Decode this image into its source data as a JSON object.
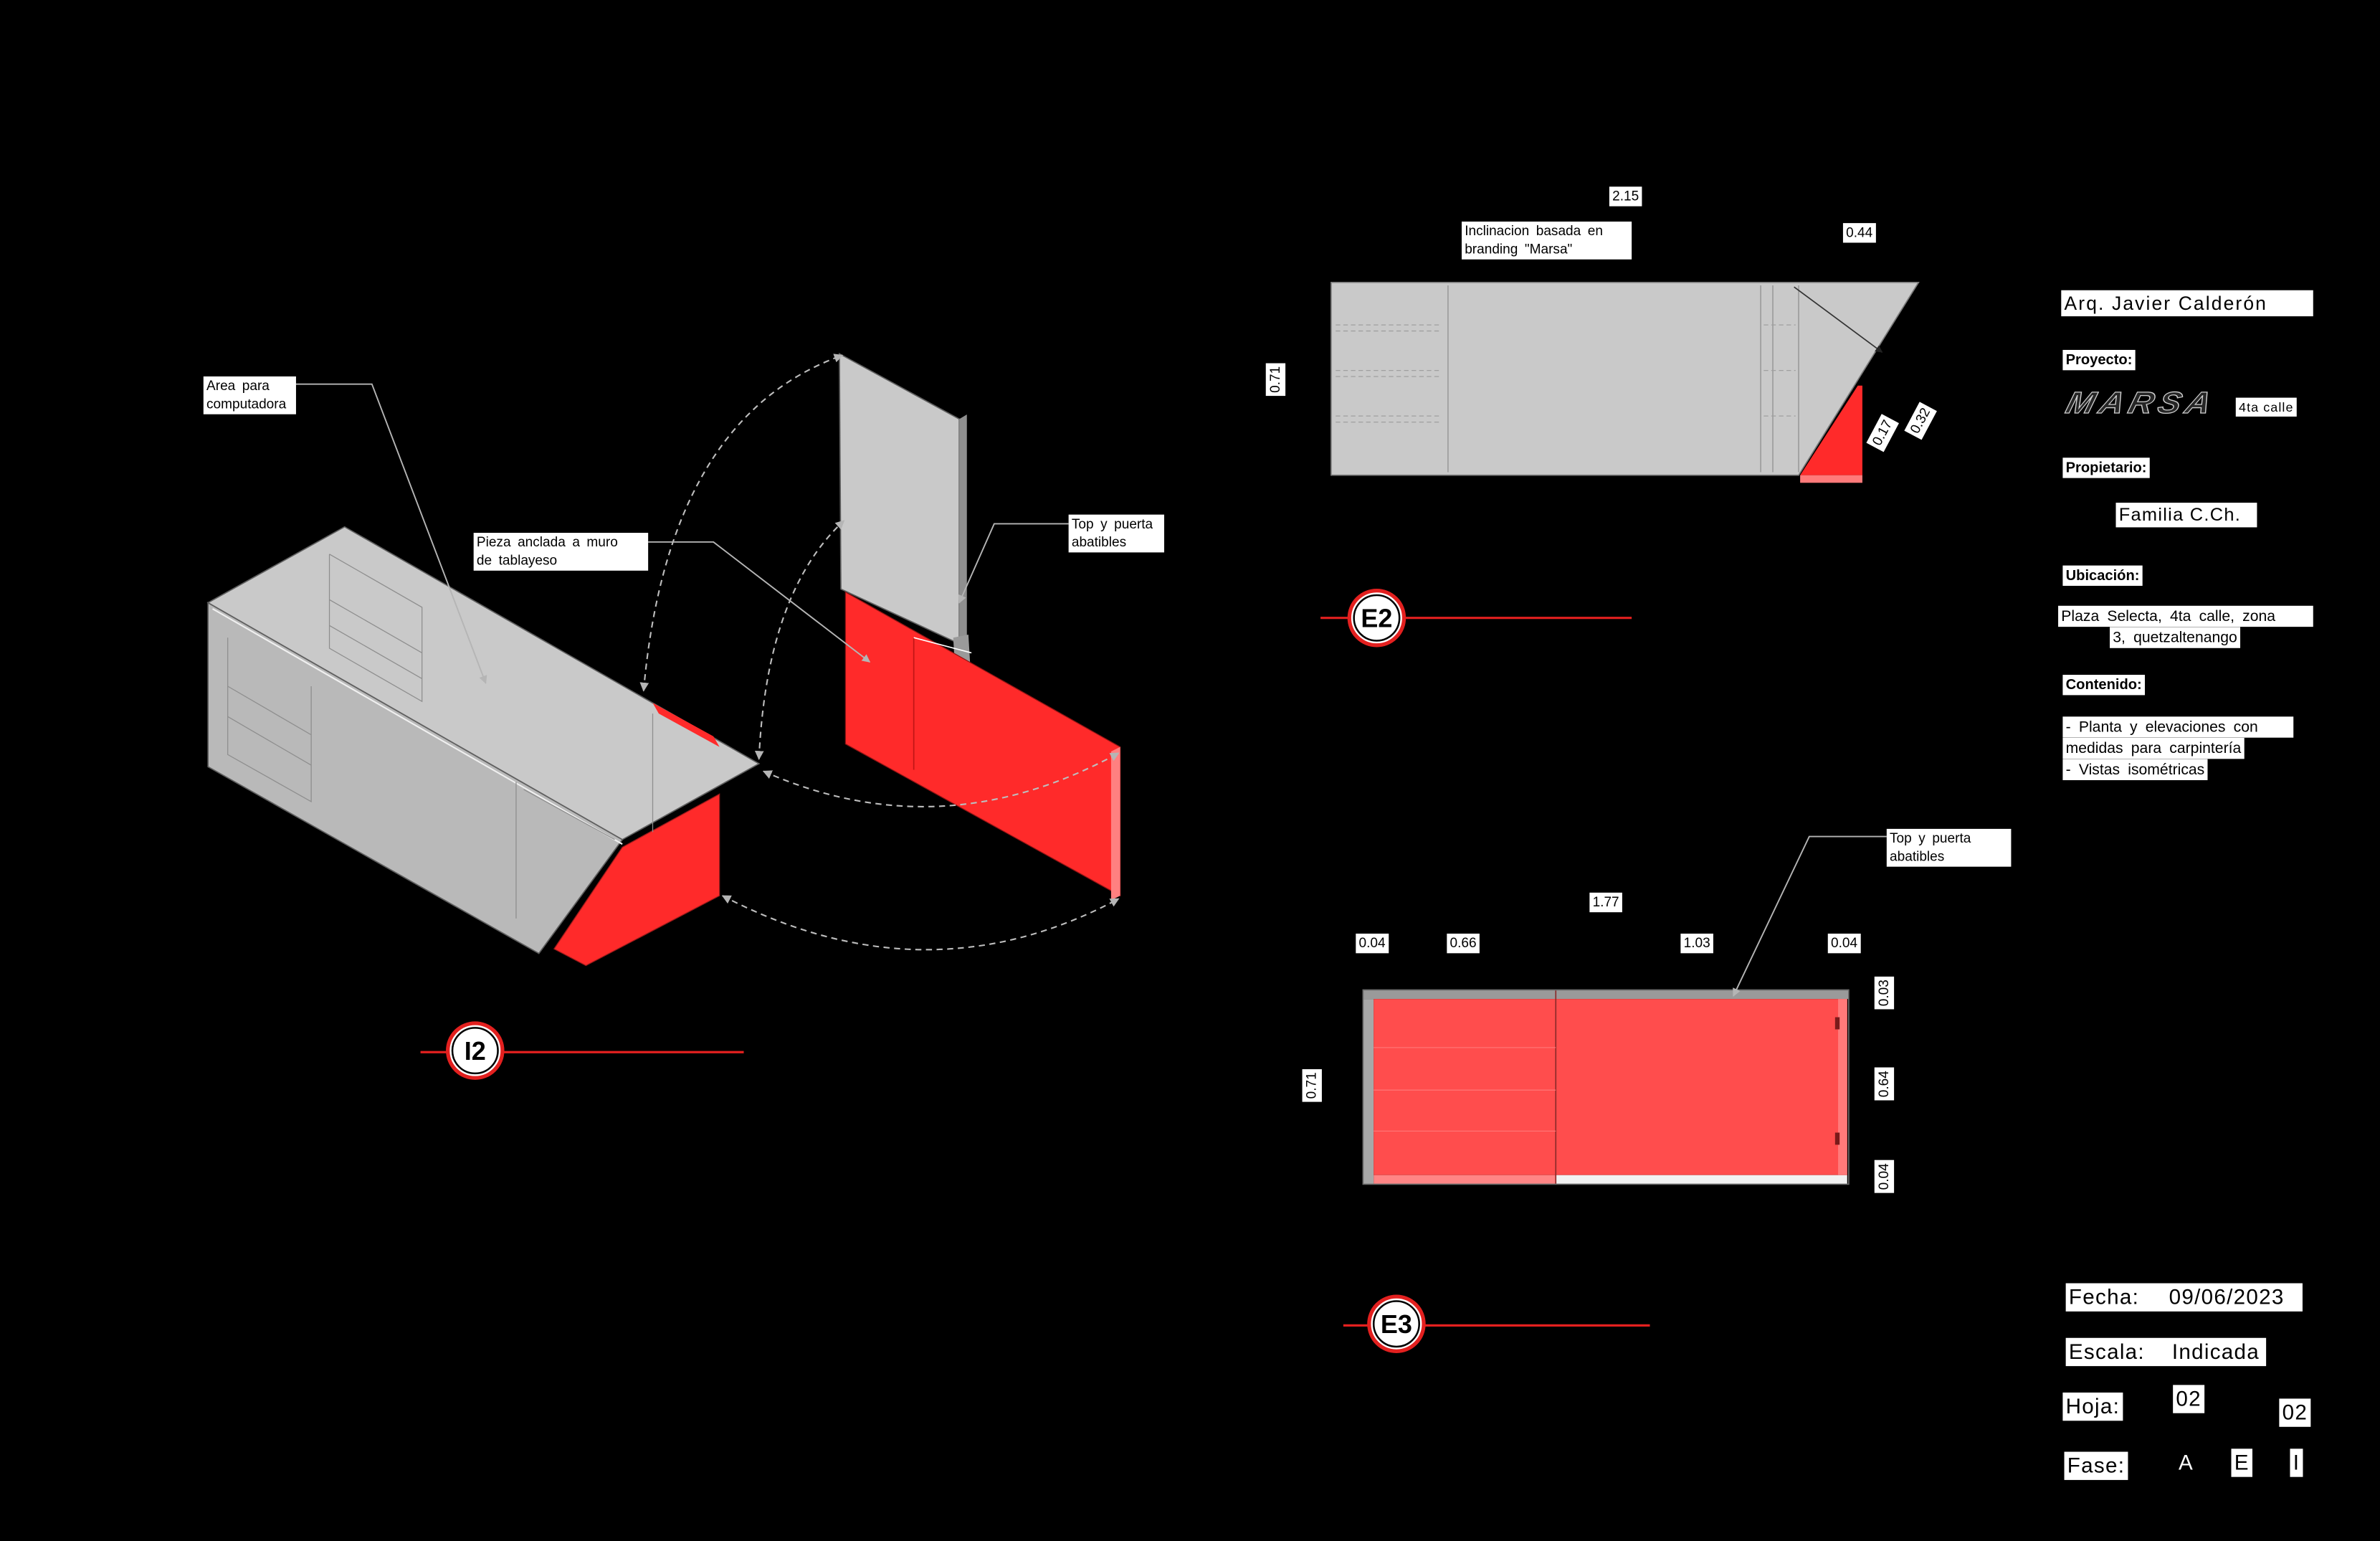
{
  "colors": {
    "background": "#000000",
    "accent_red": "#ff2a2a",
    "panel_red": "#ff4d4d",
    "marker_red": "#e3201f",
    "panel_gray": "#c9c9c9",
    "panel_gray_dark": "#b9b9b9"
  },
  "isometric_i2": {
    "marker": "I2",
    "label_computer_area": [
      "Area para",
      "computadora"
    ],
    "label_anchored_piece": [
      "Pieza anclada a muro",
      "de tablayeso"
    ],
    "label_hinged_parts": [
      "Top y puerta",
      "abatibles"
    ]
  },
  "elevation_e2": {
    "marker": "E2",
    "note": [
      "Inclinacion basada en",
      "branding \"Marsa\""
    ],
    "overall_width": "2.15",
    "slant_width": "0.44",
    "height": "0.71",
    "wedge_dims": [
      "0.17",
      "0.32"
    ]
  },
  "elevation_e3": {
    "marker": "E3",
    "note": [
      "Top y puerta",
      "abatibles"
    ],
    "overall_width": "1.77",
    "widths": [
      "0.04",
      "0.66",
      "1.03",
      "0.04"
    ],
    "height": "0.71",
    "heights": [
      "0.03",
      "0.64",
      "0.04"
    ]
  },
  "title_block": {
    "author": "Arq. Javier Calderón",
    "project_label": "Proyecto:",
    "project_logo": "MARSA",
    "project_sub": "4ta calle",
    "owner_label": "Propietario:",
    "owner": "Familia C.Ch.",
    "location_label": "Ubicación:",
    "location": [
      "Plaza Selecta, 4ta calle, zona",
      "3, quetzaltenango"
    ],
    "content_label": "Contenido:",
    "content": [
      "- Planta y elevaciones con",
      "medidas para carpintería",
      "- Vistas isométricas"
    ],
    "date_label": "Fecha:",
    "date": "09/06/2023",
    "scale_label": "Escala:",
    "scale": "Indicada",
    "sheet_label": "Hoja:",
    "sheet_values": [
      "02",
      "02"
    ],
    "phase_label": "Fase:",
    "phases": [
      "A",
      "E",
      "I"
    ]
  }
}
